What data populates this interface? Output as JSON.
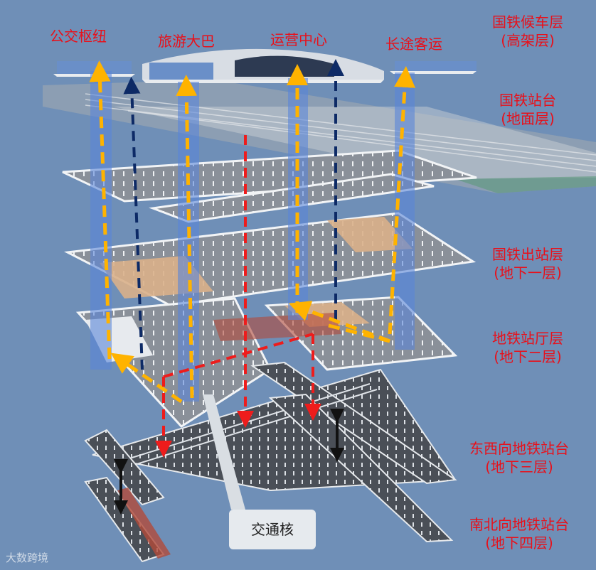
{
  "top_labels": {
    "bus_hub": "公交枢纽",
    "tour_bus": "旅游大巴",
    "ops_center": "运营中心",
    "long_distance": "长途客运"
  },
  "floor_labels": [
    {
      "name": "国铁候车层",
      "sub": "(高架层)"
    },
    {
      "name": "国铁站台",
      "sub": "(地面层)"
    },
    {
      "name": "国铁出站层",
      "sub": "(地下一层)"
    },
    {
      "name": "地铁站厅层",
      "sub": "(地下二层)"
    },
    {
      "name": "东西向地铁站台",
      "sub": "(地下三层)"
    },
    {
      "name": "南北向地铁站台",
      "sub": "(地下四层)"
    }
  ],
  "callout": "交通核",
  "watermark": "大数跨境",
  "colors": {
    "background": "#6f8fb7",
    "label_red": "#e8101a",
    "arrow_yellow": "#ffb300",
    "arrow_navy": "#0d2a66",
    "arrow_red": "#ee1c1c",
    "arrow_black": "#111111",
    "core_blue": "#5a86d8"
  }
}
